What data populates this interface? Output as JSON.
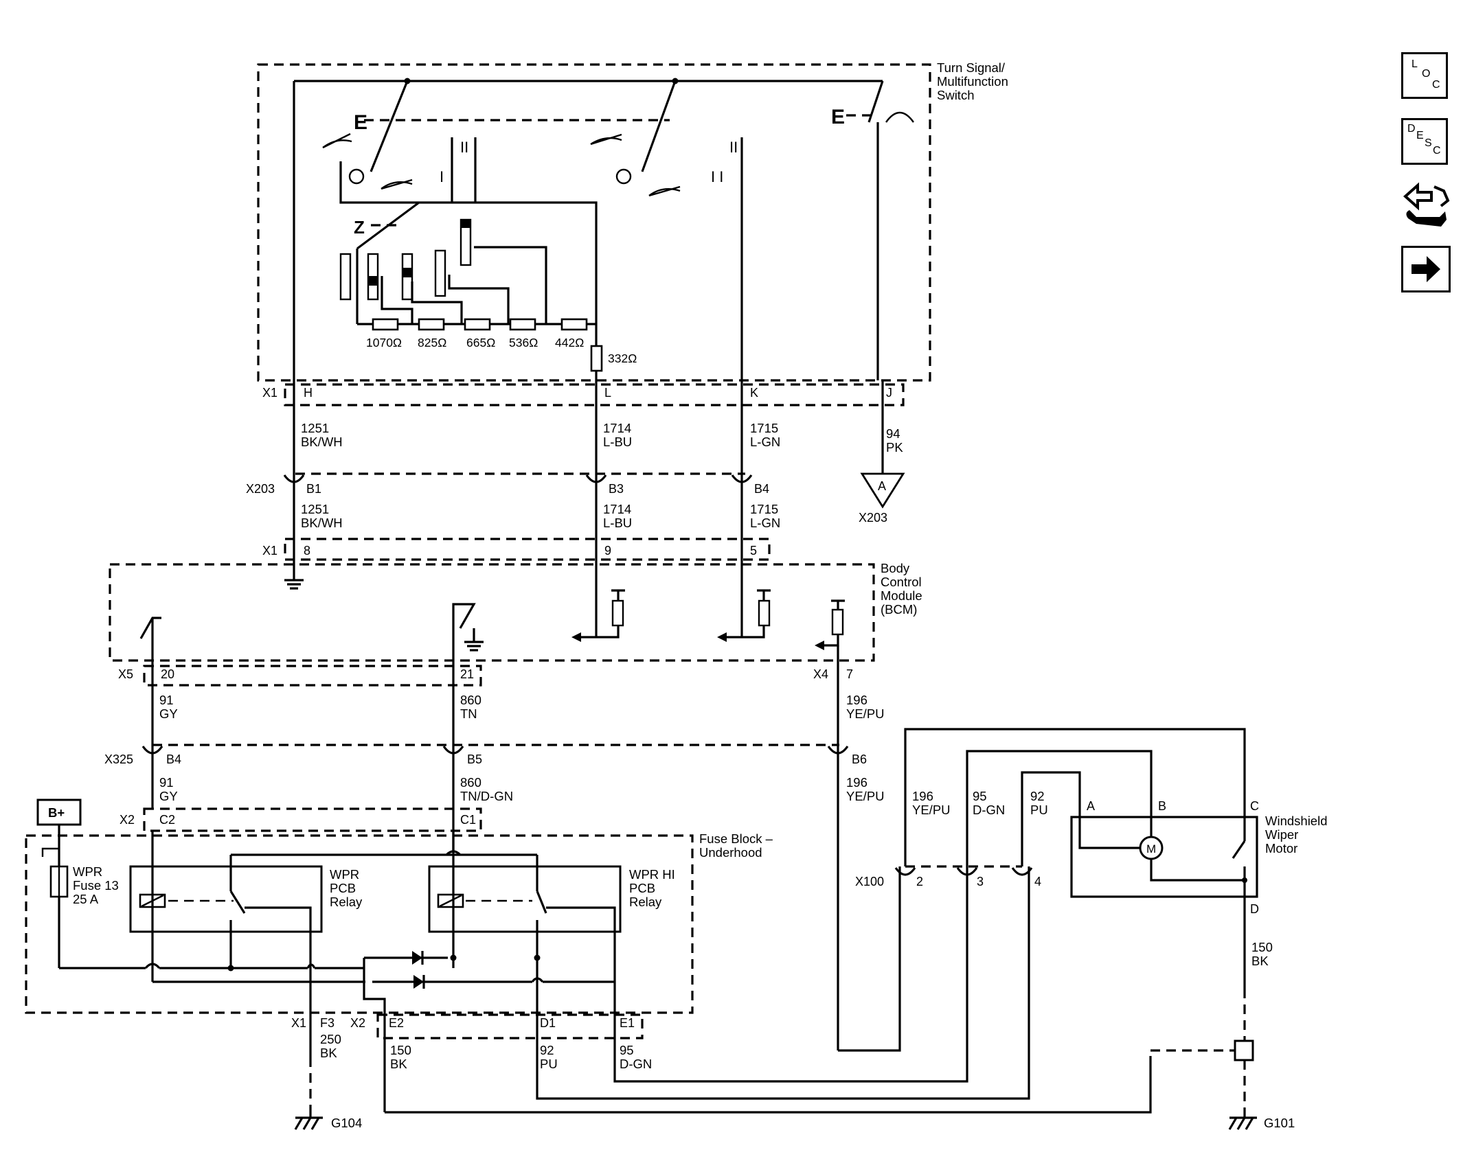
{
  "components": {
    "turn_signal_switch": [
      "Turn Signal/",
      "Multifunction",
      "Switch"
    ],
    "bcm": [
      "Body",
      "Control",
      "Module",
      "(BCM)"
    ],
    "fuse_block": [
      "Fuse Block –",
      "Underhood"
    ],
    "wiper_motor": [
      "Windshield",
      "Wiper",
      "Motor"
    ],
    "wpr_fuse": [
      "WPR",
      "Fuse 13",
      "25 A"
    ],
    "wpr_relay": [
      "WPR",
      "PCB",
      "Relay"
    ],
    "wpr_hi_relay": [
      "WPR HI",
      "PCB",
      "Relay"
    ],
    "battery": "B+",
    "motor_symbol": "M"
  },
  "resistors": [
    "1070Ω",
    "825Ω",
    "665Ω",
    "536Ω",
    "442Ω",
    "332Ω"
  ],
  "connectors": {
    "x1": "X1",
    "x203": "X203",
    "x5": "X5",
    "x4": "X4",
    "x325": "X325",
    "x2": "X2",
    "x100": "X100",
    "inline_a": "A"
  },
  "pins": {
    "sw_h": "H",
    "sw_l": "L",
    "sw_k": "K",
    "sw_j": "J",
    "x203_b1": "B1",
    "x203_b3": "B3",
    "x203_b4": "B4",
    "bcm_8": "8",
    "bcm_9": "9",
    "bcm_5": "5",
    "bcm_20": "20",
    "bcm_21": "21",
    "bcm_7": "7",
    "x325_b4": "B4",
    "x325_b5": "B5",
    "x325_b6": "B6",
    "fb_c2": "C2",
    "fb_c1": "C1",
    "fb_f3": "F3",
    "fb_e2": "E2",
    "fb_d1": "D1",
    "fb_e1": "E1",
    "x100_2": "2",
    "x100_3": "3",
    "x100_4": "4",
    "m_a": "A",
    "m_b": "B",
    "m_c": "C",
    "m_d": "D"
  },
  "wires": {
    "w1251_a": [
      "1251",
      "BK/WH"
    ],
    "w1714_a": [
      "1714",
      "L-BU"
    ],
    "w1715_a": [
      "1715",
      "L-GN"
    ],
    "w94": [
      "94",
      "PK"
    ],
    "w1251_b": [
      "1251",
      "BK/WH"
    ],
    "w1714_b": [
      "1714",
      "L-BU"
    ],
    "w1715_b": [
      "1715",
      "L-GN"
    ],
    "w91_a": [
      "91",
      "GY"
    ],
    "w860_a": [
      "860",
      "TN"
    ],
    "w196_a": [
      "196",
      "YE/PU"
    ],
    "w91_b": [
      "91",
      "GY"
    ],
    "w860_b": [
      "860",
      "TN/D-GN"
    ],
    "w196_b": [
      "196",
      "YE/PU"
    ],
    "w196_c": [
      "196",
      "YE/PU"
    ],
    "w95_a": [
      "95",
      "D-GN"
    ],
    "w92_a": [
      "92",
      "PU"
    ],
    "w250": [
      "250",
      "BK"
    ],
    "w150_a": [
      "150",
      "BK"
    ],
    "w92_b": [
      "92",
      "PU"
    ],
    "w95_b": [
      "95",
      "D-GN"
    ],
    "w150_b": [
      "150",
      "BK"
    ]
  },
  "grounds": {
    "g104": "G104",
    "g101": "G101"
  },
  "nav": {
    "loc": [
      "L",
      "O",
      "C"
    ],
    "desc": [
      "D",
      "E",
      "S",
      "C"
    ],
    "icons": [
      "loc-button-icon",
      "desc-button-icon",
      "connector-repair-icon",
      "next-page-arrow-icon"
    ]
  }
}
